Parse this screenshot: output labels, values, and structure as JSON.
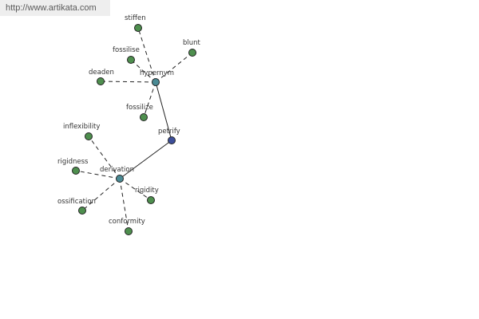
{
  "watermark": "http://www.artikata.com",
  "colors": {
    "leaf": "#4e8f4e",
    "hub": "#4a8a94",
    "center": "#3d4f9a"
  },
  "nodes": [
    {
      "id": "petrify",
      "label": "petrify",
      "kind": "center"
    },
    {
      "id": "hypernym",
      "label": "hypernym",
      "kind": "hub"
    },
    {
      "id": "derivation",
      "label": "derivation",
      "kind": "hub"
    },
    {
      "id": "stiffen",
      "label": "stiffen",
      "kind": "leaf"
    },
    {
      "id": "fossilise",
      "label": "fossilise",
      "kind": "leaf"
    },
    {
      "id": "blunt",
      "label": "blunt",
      "kind": "leaf"
    },
    {
      "id": "deaden",
      "label": "deaden",
      "kind": "leaf"
    },
    {
      "id": "fossilize",
      "label": "fossilize",
      "kind": "leaf"
    },
    {
      "id": "inflexibility",
      "label": "inflexibility",
      "kind": "leaf"
    },
    {
      "id": "rigidness",
      "label": "rigidness",
      "kind": "leaf"
    },
    {
      "id": "rigidity",
      "label": "rigidity",
      "kind": "leaf"
    },
    {
      "id": "ossification",
      "label": "ossification",
      "kind": "leaf"
    },
    {
      "id": "conformity",
      "label": "conformity",
      "kind": "leaf"
    }
  ],
  "edges": [
    {
      "from": "petrify",
      "to": "hypernym",
      "style": "solid"
    },
    {
      "from": "petrify",
      "to": "derivation",
      "style": "solid"
    },
    {
      "from": "hypernym",
      "to": "stiffen",
      "style": "dashed"
    },
    {
      "from": "hypernym",
      "to": "fossilise",
      "style": "dashed"
    },
    {
      "from": "hypernym",
      "to": "blunt",
      "style": "dashed"
    },
    {
      "from": "hypernym",
      "to": "deaden",
      "style": "dashed"
    },
    {
      "from": "hypernym",
      "to": "fossilize",
      "style": "dashed"
    },
    {
      "from": "derivation",
      "to": "inflexibility",
      "style": "dashed"
    },
    {
      "from": "derivation",
      "to": "rigidness",
      "style": "dashed"
    },
    {
      "from": "derivation",
      "to": "rigidity",
      "style": "dashed"
    },
    {
      "from": "derivation",
      "to": "ossification",
      "style": "dashed"
    },
    {
      "from": "derivation",
      "to": "conformity",
      "style": "dashed"
    }
  ]
}
